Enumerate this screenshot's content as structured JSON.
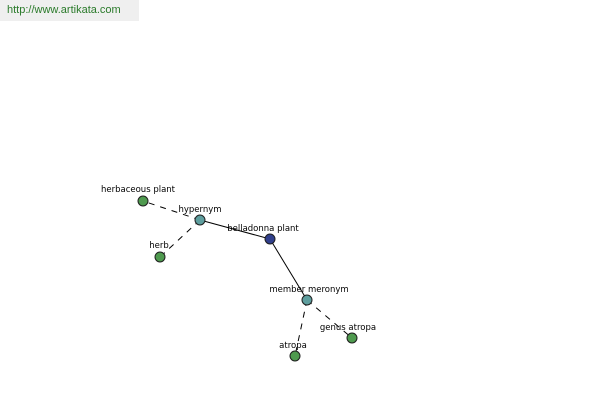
{
  "header": {
    "site_url": "http://www.artikata.com"
  },
  "colors": {
    "center_node": "#303f8c",
    "relation_node": "#5e9e9e",
    "term_node": "#4f9a4f",
    "edge": "#000000",
    "link_background": "#efefef",
    "link_text": "#2a7a2a"
  },
  "graph": {
    "nodes": [
      {
        "id": "belladonna",
        "label": "belladonna plant",
        "kind": "center"
      },
      {
        "id": "hypernym",
        "label": "hypernym",
        "kind": "relation"
      },
      {
        "id": "meronym",
        "label": "member meronym",
        "kind": "relation"
      },
      {
        "id": "herbaceous",
        "label": "herbaceous plant",
        "kind": "term"
      },
      {
        "id": "herb",
        "label": "herb",
        "kind": "term"
      },
      {
        "id": "atropa",
        "label": "atropa",
        "kind": "term"
      },
      {
        "id": "genus",
        "label": "genus atropa",
        "kind": "term"
      }
    ],
    "edges": [
      {
        "from": "belladonna",
        "to": "hypernym",
        "style": "solid"
      },
      {
        "from": "belladonna",
        "to": "meronym",
        "style": "solid"
      },
      {
        "from": "hypernym",
        "to": "herbaceous",
        "style": "dashed"
      },
      {
        "from": "hypernym",
        "to": "herb",
        "style": "dashed"
      },
      {
        "from": "meronym",
        "to": "atropa",
        "style": "dashed"
      },
      {
        "from": "meronym",
        "to": "genus",
        "style": "dashed"
      }
    ]
  }
}
